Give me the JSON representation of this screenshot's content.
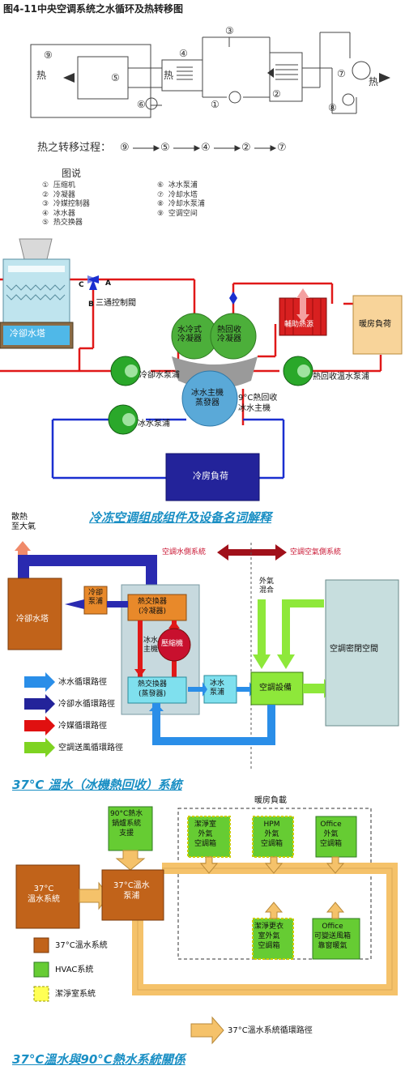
{
  "fig1": {
    "title": "图4-11中央空调系统之水循环及热转移图",
    "heat": "热",
    "heat_transfer_label": "热之转移过程：",
    "heat_transfer_seq": [
      "⑨",
      "⑤",
      "④",
      "②",
      "⑦"
    ],
    "legend_title": "图说",
    "legend_left": [
      {
        "num": "①",
        "text": "压缩机"
      },
      {
        "num": "②",
        "text": "冷凝器"
      },
      {
        "num": "③",
        "text": "冷媒控制器"
      },
      {
        "num": "④",
        "text": "冰水器"
      },
      {
        "num": "⑤",
        "text": "热交换器"
      }
    ],
    "legend_right": [
      {
        "num": "⑥",
        "text": "冰水泵浦"
      },
      {
        "num": "⑦",
        "text": "冷却水塔"
      },
      {
        "num": "⑧",
        "text": "冷却水泵浦"
      },
      {
        "num": "⑨",
        "text": "空调空间"
      }
    ],
    "nums": [
      "⑨",
      "⑤",
      "⑥",
      "④",
      "③",
      "①",
      "②",
      "⑦",
      "⑧"
    ]
  },
  "fig2": {
    "cooling_tower": "冷卻水塔",
    "valve_a": "A",
    "valve_b": "B",
    "valve_c": "C",
    "valve_label": "三通控制閥",
    "condenser_water": "水冷式\n冷凝器",
    "condenser_heat": "熱回收\n冷凝器",
    "aux_heat": "輔助熱源",
    "heating_load": "暖房負荷",
    "cw_pump": "冷卻水泵浦",
    "hr_pump": "熱回收溫水泵浦",
    "chiller": "冰水主機\n蒸發器",
    "temp_label": "9°C熱回收\n冰水主機",
    "chw_pump": "冰水泵浦",
    "cooling_load": "冷房負荷"
  },
  "fig3": {
    "heading": "冷冻空调组成组件及设备名词解释",
    "exhaust": "散熱\n至大氣",
    "water_side": "空調水側系統",
    "air_side": "空調空氣側系統",
    "outside_air": "外氣\n混合",
    "tower": "冷卻水塔",
    "cw_pump": "冷卻\n泵浦",
    "hx_cond": "熱交換器\n(冷凝器)",
    "chiller": "冰水\n主機",
    "compressor": "壓縮機",
    "hx_evap": "熱交換器\n(蒸發器)",
    "chw_pump": "冰水\n泵浦",
    "ac_unit": "空調設備",
    "clean_space": "空調密閉空間",
    "legend": [
      {
        "text": "冰水循環路徑",
        "color": "#2a8ee8"
      },
      {
        "text": "冷卻水循環路徑",
        "color": "#23239a"
      },
      {
        "text": "冷媒循環路徑",
        "color": "#e01010"
      },
      {
        "text": "空調送風循環路徑",
        "color": "#7ed321"
      }
    ]
  },
  "fig4": {
    "heading": "37°C 溫水（冰機熱回收）系統",
    "heating_load": "暖房負載",
    "boiler": "90°C熱水\n鍋爐系統\n支援",
    "system37": "37°C\n溫水系統",
    "pump37": "37°C溫水\n泵浦",
    "ahu1": "潔淨室\n外氣\n空調箱",
    "ahu2": "HPM\n外氣\n空調箱",
    "ahu3": "Office\n外氣\n空調箱",
    "ahu4": "潔淨更衣\n室外氣\n空調箱",
    "ahu5": "Office\n可變送風箱\n靠窗暖氣",
    "legend": [
      {
        "text": "37°C溫水系統",
        "color": "#c1631a"
      },
      {
        "text": "HVAC系統",
        "color": "#66cc33"
      },
      {
        "text": "潔淨室系統",
        "color": "#ffff55"
      }
    ],
    "path_label": "37°C溫水系統循環路徑"
  },
  "fig5": {
    "heading": "37°C溫水與90°C熱水系統關係"
  }
}
